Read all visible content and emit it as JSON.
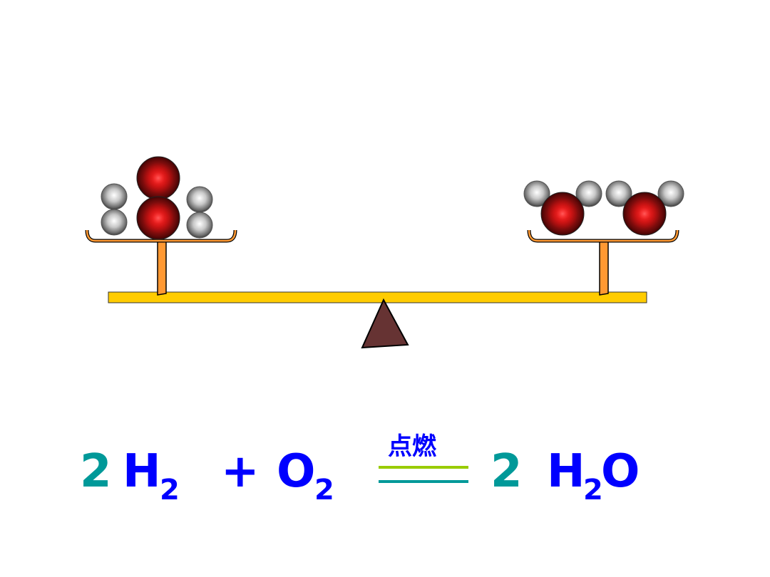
{
  "equation": {
    "coef_h2": "2",
    "h2_symbol": "H",
    "h2_sub": "2",
    "plus": "+",
    "o2_symbol": "O",
    "o2_sub": "2",
    "condition": "点燃",
    "coef_h2o": "2",
    "h2o_h": "H",
    "h2o_sub": "2",
    "h2o_o": "O"
  },
  "colors": {
    "coefficient": "#009999",
    "formula": "#0000ff",
    "condition": "#0000ff",
    "line_top": "#99cc00",
    "line_bottom": "#009999",
    "beam": "#ffcc00",
    "post": "#ff9933",
    "fulcrum": "#663333",
    "hydrogen_atom": "grey-sphere",
    "oxygen_atom": "red-sphere"
  },
  "balance": {
    "left_pan": {
      "hydrogen_atoms": 4,
      "oxygen_atoms": 2
    },
    "right_pan": {
      "hydrogen_atoms": 4,
      "oxygen_atoms": 2
    }
  }
}
